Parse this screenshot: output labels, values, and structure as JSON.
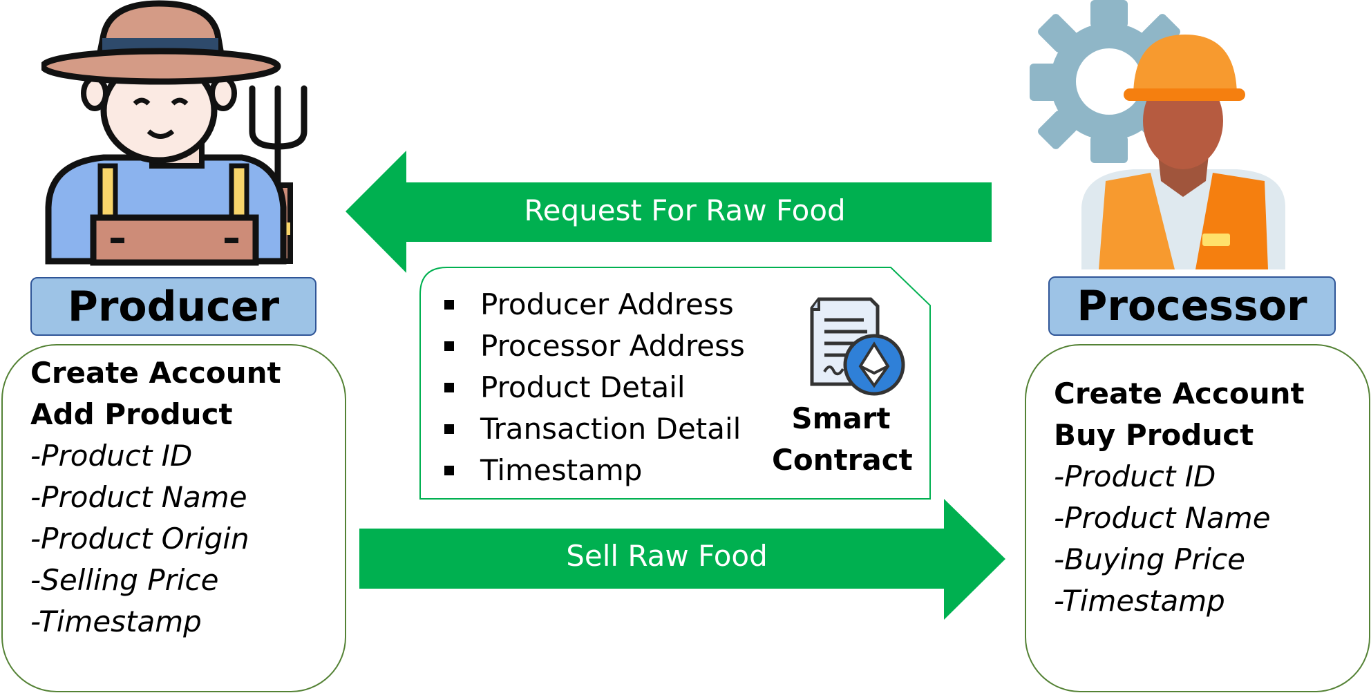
{
  "producer": {
    "label": "Producer",
    "lines": [
      {
        "text": "Create Account",
        "style": "bold"
      },
      {
        "text": "Add Product",
        "style": "bold"
      },
      {
        "text": "-Product ID",
        "style": "italic"
      },
      {
        "text": "-Product Name",
        "style": "italic"
      },
      {
        "text": "-Product Origin",
        "style": "italic"
      },
      {
        "text": "-Selling Price",
        "style": "italic"
      },
      {
        "text": "-Timestamp",
        "style": "italic"
      }
    ]
  },
  "processor": {
    "label": "Processor",
    "lines": [
      {
        "text": "Create Account",
        "style": "bold"
      },
      {
        "text": "Buy Product",
        "style": "bold"
      },
      {
        "text": "-Product ID",
        "style": "italic"
      },
      {
        "text": "-Product Name",
        "style": "italic"
      },
      {
        "text": "-Buying Price",
        "style": "italic"
      },
      {
        "text": "-Timestamp",
        "style": "italic"
      }
    ]
  },
  "arrows": {
    "request": "Request For Raw  Food",
    "sell": "Sell Raw Food"
  },
  "smart_contract": {
    "items": [
      "Producer Address",
      "Processor Address",
      "Product Detail",
      "Transaction Detail",
      "Timestamp"
    ],
    "label_line1": "Smart",
    "label_line2": "Contract"
  },
  "colors": {
    "arrow_green": "#00b050",
    "label_fill": "#9dc3e6",
    "label_border": "#2f5597",
    "box_border": "#548235"
  },
  "icons": [
    "farmer-icon",
    "worker-icon",
    "gear-icon",
    "contract-document-icon",
    "ethereum-icon"
  ]
}
